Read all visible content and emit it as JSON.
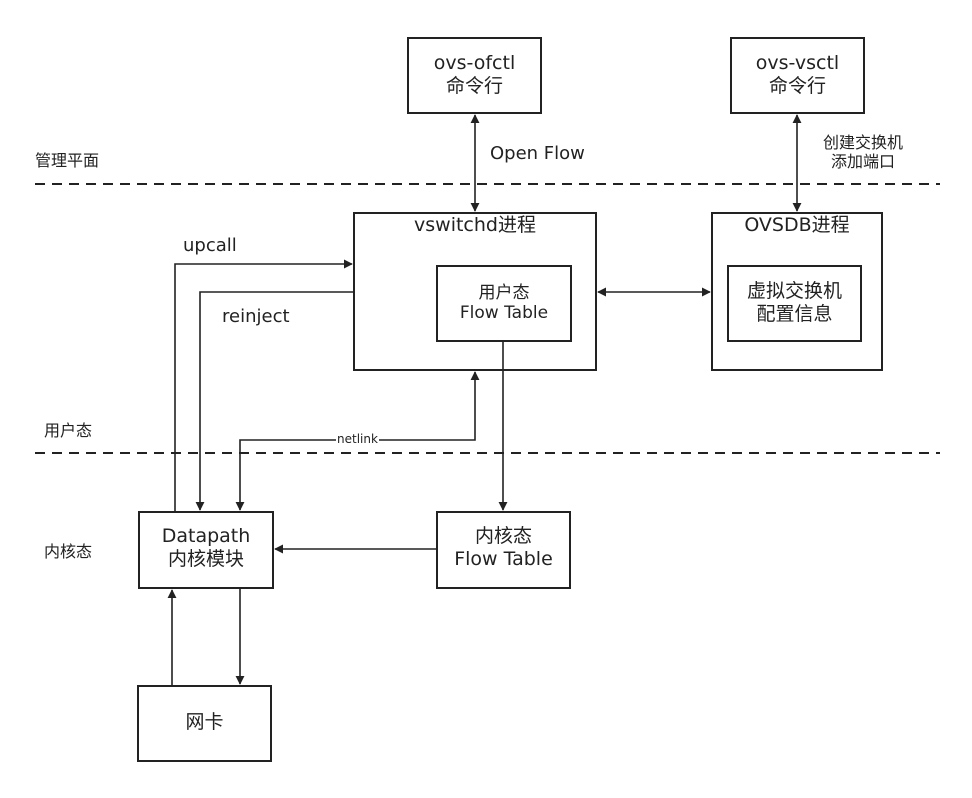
{
  "zones": {
    "management": "管理平面",
    "user_space": "用户态",
    "kernel_space": "内核态"
  },
  "nodes": {
    "ovs_ofctl": {
      "line1": "ovs-ofctl",
      "line2": "命令行"
    },
    "ovs_vsctl": {
      "line1": "ovs-vsctl",
      "line2": "命令行"
    },
    "vswitchd": {
      "title": "vswitchd进程"
    },
    "user_flow_table": {
      "line1": "用户态",
      "line2": "Flow Table"
    },
    "ovsdb": {
      "title": "OVSDB进程"
    },
    "vswitch_config": {
      "line1": "虚拟交换机",
      "line2": "配置信息"
    },
    "datapath": {
      "line1": "Datapath",
      "line2": "内核模块"
    },
    "kernel_flow_table": {
      "line1": "内核态",
      "line2": "Flow Table"
    },
    "nic": {
      "label": "网卡"
    }
  },
  "edges": {
    "openflow": "Open Flow",
    "vsctl_action_1": "创建交换机",
    "vsctl_action_2": "添加端口",
    "upcall": "upcall",
    "reinject": "reinject",
    "netlink": "netlink"
  },
  "colors": {
    "stroke": "#222222",
    "background": "#ffffff"
  }
}
